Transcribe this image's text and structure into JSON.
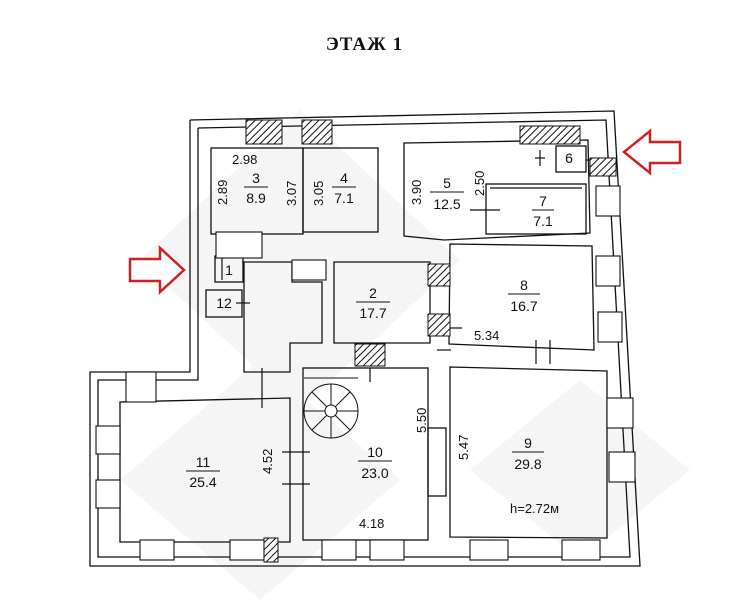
{
  "floor_title": "ЭТАЖ 1",
  "colors": {
    "wall": "#111111",
    "background": "#ffffff",
    "entrance_arrow": "#d02020",
    "watermark": "#ececec"
  },
  "rooms": [
    {
      "id": "1",
      "area": ""
    },
    {
      "id": "2",
      "area": "17.7"
    },
    {
      "id": "3",
      "area": "8.9"
    },
    {
      "id": "4",
      "area": "7.1"
    },
    {
      "id": "5",
      "area": "12.5"
    },
    {
      "id": "6",
      "area": ""
    },
    {
      "id": "7",
      "area": "7.1"
    },
    {
      "id": "8",
      "area": "16.7"
    },
    {
      "id": "9",
      "area": "29.8"
    },
    {
      "id": "10",
      "area": "23.0"
    },
    {
      "id": "11",
      "area": "25.4"
    },
    {
      "id": "12",
      "area": ""
    }
  ],
  "dimensions": {
    "d_2_98": "2.98",
    "d_2_89": "2.89",
    "d_3_07": "3.07",
    "d_3_05": "3.05",
    "d_3_90": "3.90",
    "d_2_50": "2.50",
    "d_5_34": "5.34",
    "d_5_50": "5.50",
    "d_5_47": "5.47",
    "d_4_52": "4.52",
    "d_4_18": "4.18"
  },
  "ceiling_height": "h=2.72м",
  "icons": [
    "entrance-arrow-icon",
    "spiral-stair-icon"
  ]
}
